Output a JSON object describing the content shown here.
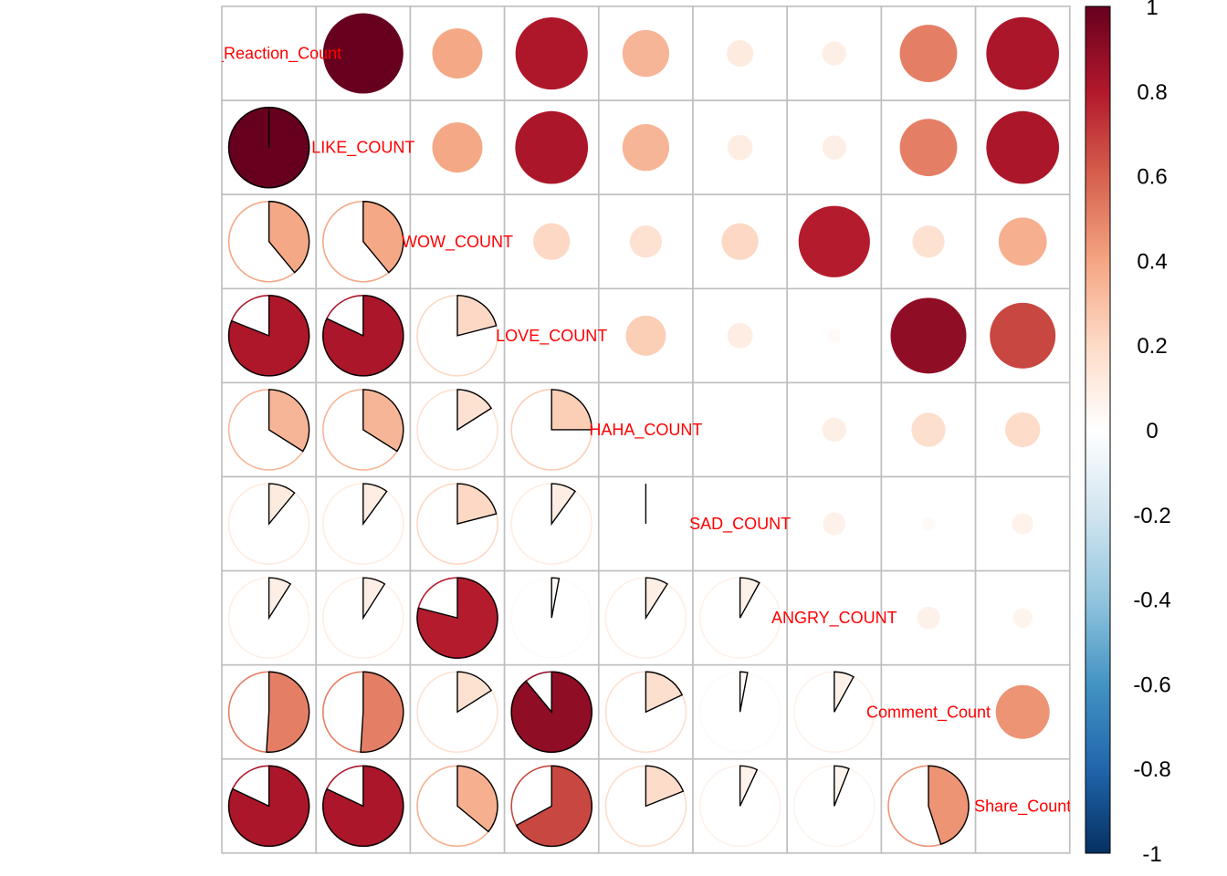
{
  "chart_data": {
    "type": "heatmap",
    "variables": [
      "All_Reaction_Count",
      "LIKE_COUNT",
      "WOW_COUNT",
      "LOVE_COUNT",
      "HAHA_COUNT",
      "SAD_COUNT",
      "ANGRY_COUNT",
      "Comment_Count",
      "Share_Count"
    ],
    "upper_method": "circle",
    "lower_method": "pie",
    "matrix": [
      [
        1.0,
        1.0,
        0.39,
        0.81,
        0.34,
        0.11,
        0.09,
        0.51,
        0.82
      ],
      [
        1.0,
        1.0,
        0.39,
        0.82,
        0.34,
        0.1,
        0.09,
        0.51,
        0.82
      ],
      [
        0.39,
        0.39,
        1.0,
        0.21,
        0.16,
        0.21,
        0.79,
        0.16,
        0.36
      ],
      [
        0.81,
        0.82,
        0.21,
        1.0,
        0.25,
        0.1,
        0.03,
        0.89,
        0.67
      ],
      [
        0.34,
        0.34,
        0.16,
        0.25,
        1.0,
        0.0,
        0.09,
        0.18,
        0.19
      ],
      [
        0.11,
        0.1,
        0.21,
        0.1,
        0.0,
        1.0,
        0.08,
        0.03,
        0.07
      ],
      [
        0.09,
        0.09,
        0.79,
        0.03,
        0.09,
        0.08,
        1.0,
        0.08,
        0.06
      ],
      [
        0.51,
        0.51,
        0.16,
        0.89,
        0.18,
        0.03,
        0.08,
        1.0,
        0.45
      ],
      [
        0.82,
        0.82,
        0.36,
        0.67,
        0.19,
        0.07,
        0.06,
        0.45,
        1.0
      ]
    ],
    "colorbar": {
      "range": [
        -1,
        1
      ],
      "ticks": [
        "1",
        "0.8",
        "0.6",
        "0.4",
        "0.2",
        "0",
        "-0.2",
        "-0.4",
        "-0.6",
        "-0.8",
        "-1"
      ],
      "colors": [
        "#67001F",
        "#B2182B",
        "#D6604D",
        "#F4A582",
        "#FDDBC7",
        "#FFFFFF",
        "#D1E5F0",
        "#92C5DE",
        "#4393C3",
        "#2166AC",
        "#053061"
      ]
    },
    "label_color": "#ff0000",
    "grid_color": "#bebebe"
  }
}
